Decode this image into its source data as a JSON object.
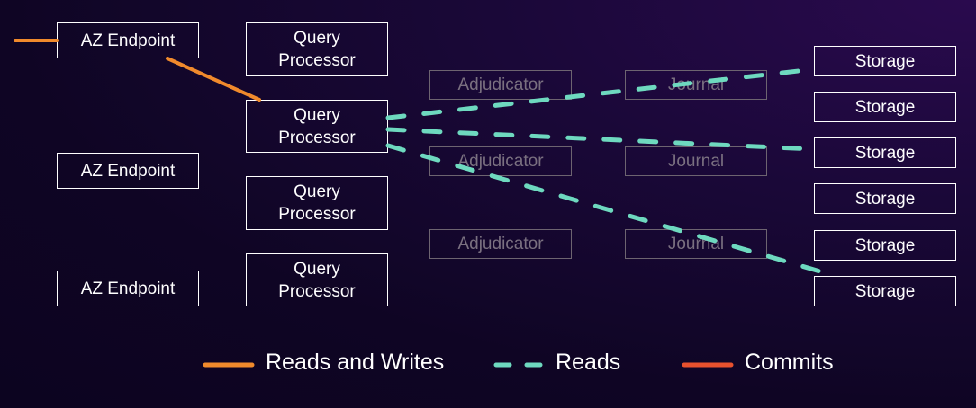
{
  "colors": {
    "reads_and_writes": "#f08a2c",
    "reads": "#6ed9bf",
    "commits": "#e8512e"
  },
  "nodes": {
    "az_endpoints": [
      "AZ Endpoint",
      "AZ Endpoint",
      "AZ Endpoint"
    ],
    "query_processors": [
      "Query\nProcessor",
      "Query\nProcessor",
      "Query\nProcessor",
      "Query\nProcessor"
    ],
    "adjudicators": [
      "Adjudicator",
      "Adjudicator",
      "Adjudicator"
    ],
    "journals": [
      "Journal",
      "Journal",
      "Journal"
    ],
    "storage": [
      "Storage",
      "Storage",
      "Storage",
      "Storage",
      "Storage",
      "Storage"
    ]
  },
  "connections": [
    {
      "type": "reads_and_writes",
      "from": "external",
      "to": "az_endpoints.0"
    },
    {
      "type": "reads_and_writes",
      "from": "az_endpoints.0",
      "to": "query_processors.1"
    },
    {
      "type": "reads",
      "from": "query_processors.1",
      "to": "storage.0"
    },
    {
      "type": "reads",
      "from": "query_processors.1",
      "to": "storage.2"
    },
    {
      "type": "reads",
      "from": "query_processors.1",
      "to": "storage.5"
    }
  ],
  "legend": {
    "reads_and_writes": "Reads and Writes",
    "reads": "Reads",
    "commits": "Commits"
  }
}
